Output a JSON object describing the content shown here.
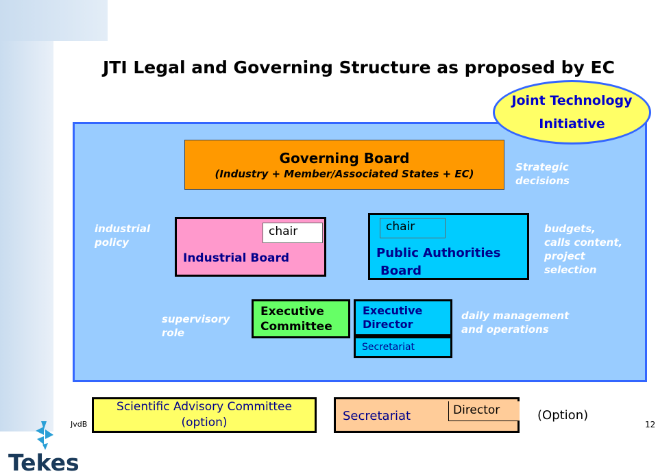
{
  "slide": {
    "title": "JTI Legal and Governing Structure as proposed by EC",
    "footer_left": "JvdB",
    "page_number": "12"
  },
  "jti_label": {
    "line1": "Joint Technology",
    "line2": "Initiative"
  },
  "governing_board": {
    "title": "Governing Board",
    "subtitle": "(Industry + Member/Associated States + EC)"
  },
  "notes": {
    "strategic": [
      "Strategic",
      "decisions"
    ],
    "industrial_policy": [
      "industrial",
      "policy"
    ],
    "budgets": [
      "budgets,",
      "calls content,",
      "project",
      "selection"
    ],
    "supervisory": [
      "supervisory",
      "role"
    ],
    "daily": [
      "daily management",
      "and operations"
    ]
  },
  "industrial_board": {
    "chair": "chair",
    "label": "Industrial Board"
  },
  "public_authorities_board": {
    "chair": "chair",
    "label_line1": "Public Authorities",
    "label_line2": "Board"
  },
  "executive_committee": {
    "line1": "Executive",
    "line2": "Committee"
  },
  "executive_director": {
    "line1": "Executive",
    "line2": "Director",
    "secretariat": "Secretariat"
  },
  "scientific_advisory": {
    "line1": "Scientific Advisory Committee",
    "line2": "(option)"
  },
  "secretariat_option": {
    "label": "Secretariat",
    "director": "Director",
    "option": "(Option)"
  },
  "logo": {
    "name": "Tekes"
  },
  "colors": {
    "panel": "#99ccff",
    "panel_border": "#3366ff",
    "governing_board": "#ff9900",
    "industrial_board": "#ff99cc",
    "public_board": "#00ccff",
    "executive_committee": "#66ff66",
    "ellipse": "#ffff66",
    "secretariat_box": "#ffcc99"
  }
}
